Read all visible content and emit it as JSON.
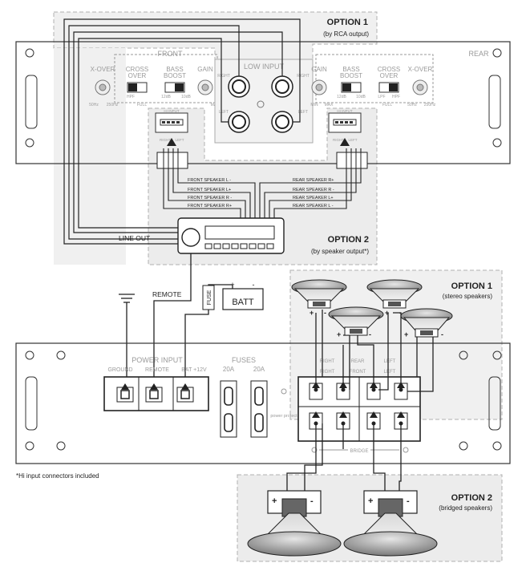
{
  "amp_top": {
    "front_label": "FRONT",
    "rear_label": "REAR",
    "low_input": "LOW INPUT",
    "front_xover": "X-OVER",
    "front_cross_1": "CROSS",
    "front_cross_2": "OVER",
    "front_bass_1": "BASS",
    "front_bass_2": "BOOST",
    "front_gain": "GAIN",
    "rear_gain": "GAIN",
    "rear_bass_1": "BASS",
    "rear_bass_2": "BOOST",
    "rear_cross_1": "CROSS",
    "rear_cross_2": "OVER",
    "rear_xover": "X-OVER",
    "hz_50": "50Hz",
    "hz_250": "250Hz",
    "full": "FULL",
    "hpf": "HPF",
    "lpf": "LPF",
    "db_12": "12dB",
    "db_10": "10dB",
    "min": "MIN",
    "max": "MAX",
    "right": "RIGHT",
    "left": "LEFT",
    "hi_input": "HI INPUT"
  },
  "speaker_wires": {
    "front": [
      "FRONT SPEAKER L -",
      "FRONT SPEAKER L+",
      "FRONT SPEAKER R -",
      "FRONT SPEAKER R+"
    ],
    "rear": [
      "REAR SPEAKER R+",
      "REAR SPEAKER R -",
      "REAR SPEAKER L+",
      "REAR SPEAKER L -"
    ]
  },
  "head_unit": {
    "line_out": "LINE OUT"
  },
  "options": {
    "opt1_rca_title": "OPTION 1",
    "opt1_rca_sub": "(by RCA output)",
    "opt2_spk_title": "OPTION 2",
    "opt2_spk_sub": "(by speaker output*)",
    "opt1_stereo_title": "OPTION 1",
    "opt1_stereo_sub": "(stereo speakers)",
    "opt2_bridged_title": "OPTION 2",
    "opt2_bridged_sub": "(bridged speakers)"
  },
  "power": {
    "remote": "REMOTE",
    "fuse": "FUSE",
    "batt": "BATT",
    "plus": "+",
    "minus": "-"
  },
  "amp_bottom": {
    "power_input": "POWER INPUT",
    "ground": "GROUND",
    "remote": "REMOTE",
    "bat": "BAT +12V",
    "fuses": "FUSES",
    "fuse_a": "20A",
    "fuse_b": "20A",
    "right": "RIGHT",
    "rear": "REAR",
    "left": "LEFT",
    "front": "FRONT",
    "bridge": "BRIDGE",
    "power_protect": "power protect"
  },
  "footnote": "*Hi input connectors included"
}
